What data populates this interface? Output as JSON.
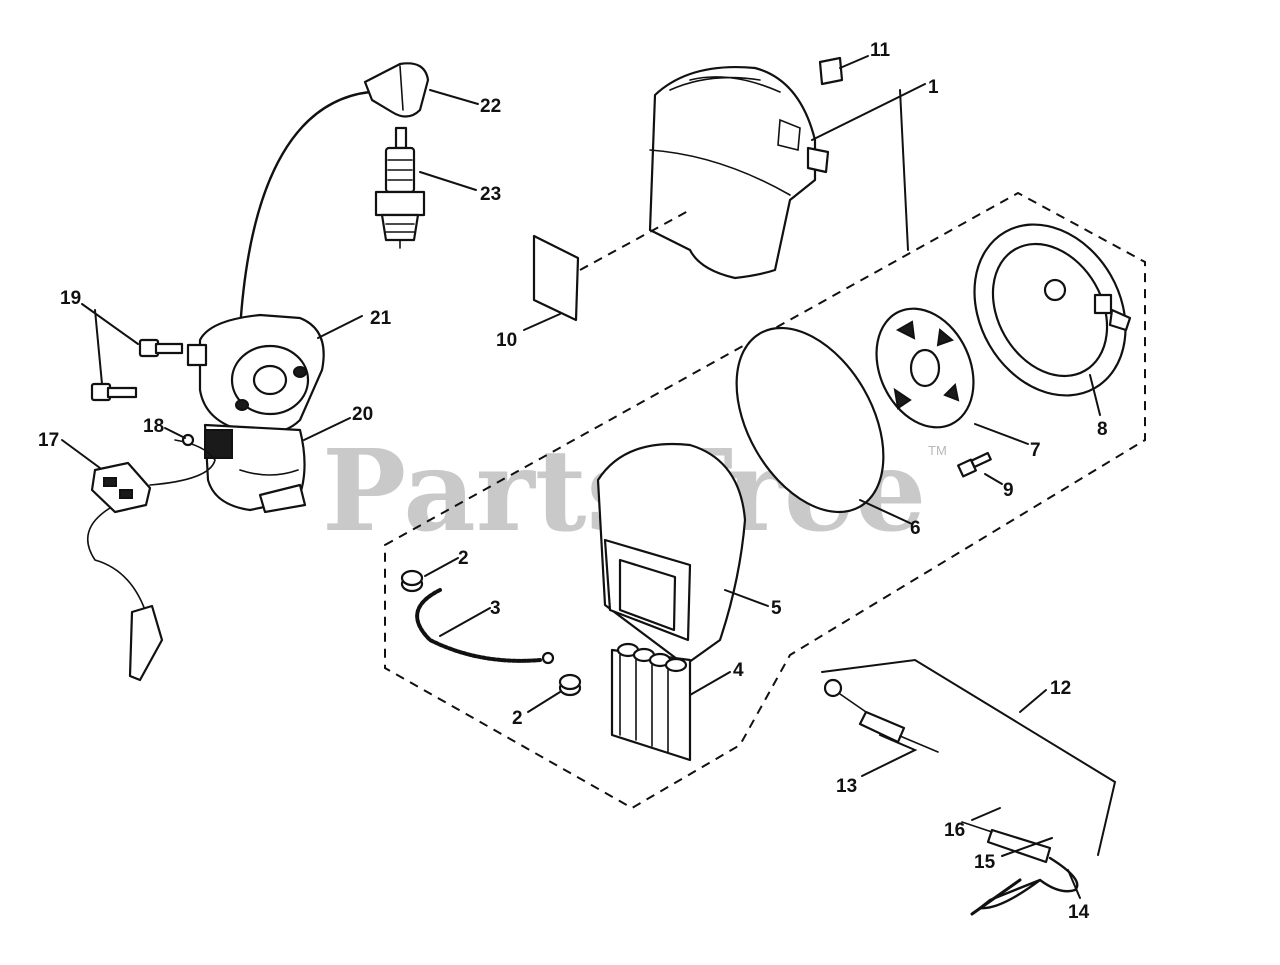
{
  "watermark": {
    "text": "PartsTree",
    "trademark": "TM"
  },
  "callouts": [
    {
      "id": "c1",
      "text": "1"
    },
    {
      "id": "c2a",
      "text": "2"
    },
    {
      "id": "c2b",
      "text": "2"
    },
    {
      "id": "c3",
      "text": "3"
    },
    {
      "id": "c4",
      "text": "4"
    },
    {
      "id": "c5",
      "text": "5"
    },
    {
      "id": "c6",
      "text": "6"
    },
    {
      "id": "c7",
      "text": "7"
    },
    {
      "id": "c8",
      "text": "8"
    },
    {
      "id": "c9",
      "text": "9"
    },
    {
      "id": "c10",
      "text": "10"
    },
    {
      "id": "c11",
      "text": "11"
    },
    {
      "id": "c12",
      "text": "12"
    },
    {
      "id": "c13",
      "text": "13"
    },
    {
      "id": "c14",
      "text": "14"
    },
    {
      "id": "c15",
      "text": "15"
    },
    {
      "id": "c16",
      "text": "16"
    },
    {
      "id": "c17",
      "text": "17"
    },
    {
      "id": "c18",
      "text": "18"
    },
    {
      "id": "c19",
      "text": "19"
    },
    {
      "id": "c20",
      "text": "20"
    },
    {
      "id": "c21",
      "text": "21"
    },
    {
      "id": "c22",
      "text": "22"
    },
    {
      "id": "c23",
      "text": "23"
    }
  ]
}
